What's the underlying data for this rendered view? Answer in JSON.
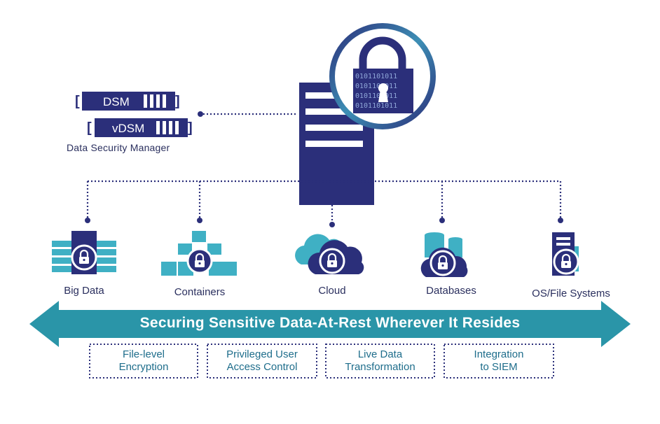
{
  "dsm": {
    "items": [
      "DSM",
      "vDSM"
    ],
    "label": "Data Security Manager"
  },
  "lock_binary": "0101101011",
  "nodes": [
    {
      "label": "Big Data",
      "icon": "big-data-icon"
    },
    {
      "label": "Containers",
      "icon": "containers-icon"
    },
    {
      "label": "Cloud",
      "icon": "cloud-icon"
    },
    {
      "label": "Databases",
      "icon": "databases-icon"
    },
    {
      "label": "OS/File Systems",
      "icon": "os-file-systems-icon"
    }
  ],
  "banner": "Securing Sensitive Data-At-Rest Wherever It Resides",
  "features": [
    [
      "File-level",
      "Encryption"
    ],
    [
      "Privileged User",
      "Access Control"
    ],
    [
      "Live Data",
      "Transformation"
    ],
    [
      "Integration",
      "to SIEM"
    ]
  ],
  "colors": {
    "navy": "#2b2f7a",
    "teal": "#2a95a8",
    "light_teal": "#3fb0c4",
    "dots": "#2b2f7a"
  }
}
